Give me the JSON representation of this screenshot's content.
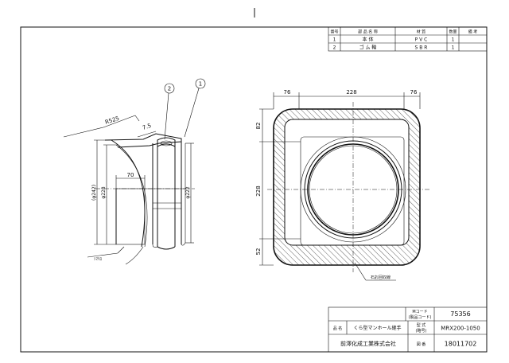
{
  "parts_table": {
    "headers": [
      "番号",
      "部 品 名 称",
      "材 質",
      "数量",
      "備 考"
    ],
    "rows": [
      [
        "1",
        "本 体",
        "P V C",
        "1",
        ""
      ],
      [
        "2",
        "ゴ ム 輪",
        "S B R",
        "1",
        ""
      ]
    ]
  },
  "side_view": {
    "balloon_1": "1",
    "balloon_2": "2",
    "radius_label": "R525",
    "dim_7_5": "7.5",
    "dim_70": "70",
    "dim_242": "(φ242)",
    "dim_228": "φ228",
    "dim_222": "φ222",
    "note_label": "ｼﾏﾘﾛ"
  },
  "top_view": {
    "dim_top_left": "76",
    "dim_top_mid": "228",
    "dim_top_right": "76",
    "dim_left_82": "82",
    "dim_left_228": "228",
    "dim_left_52": "52",
    "note_label": "石お回収線"
  },
  "title_block": {
    "m_code_label_1": "Mコード",
    "m_code_label_2": "(製品コード)",
    "m_code_value": "75356",
    "name_label": "品 名",
    "name_value": "くら型マンホール継手",
    "model_label_1": "型 式",
    "model_label_2": "(略号)",
    "model_value": "MRX200-1050",
    "company": "前澤化成工業株式会社",
    "drawing_no_label": "図 番",
    "drawing_no_value": "18011702"
  }
}
